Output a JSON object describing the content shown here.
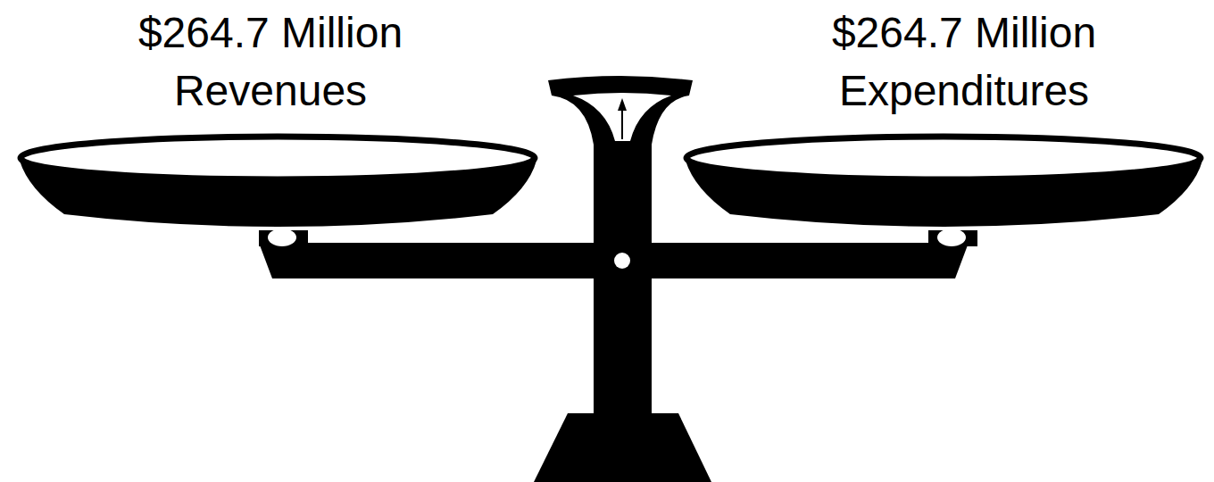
{
  "diagram": {
    "labels": [
      "$264.7 Million",
      "Revenues",
      "$264.7 Million",
      "Expenditures"
    ]
  }
}
